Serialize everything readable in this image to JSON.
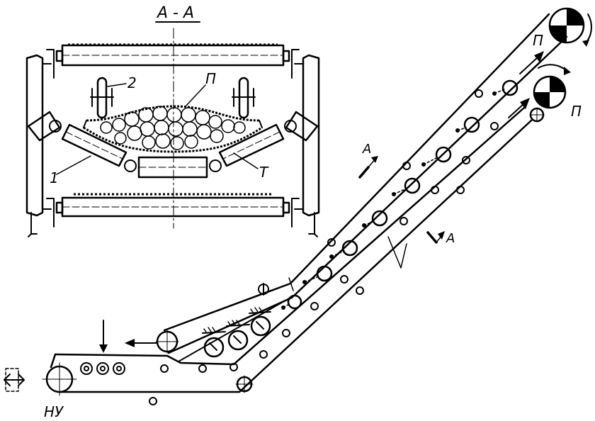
{
  "section_title": "A - A",
  "labels": {
    "belt_section": "П",
    "idler_1": "1",
    "idler_2": "2",
    "idler_t": "Т",
    "upper_drum": "П",
    "lower_drum": "П",
    "section_mark_upper": "A",
    "section_mark_lower": "A",
    "tail_station": "НУ"
  },
  "colors": {
    "ink": "#000000",
    "paper": "#ffffff"
  }
}
